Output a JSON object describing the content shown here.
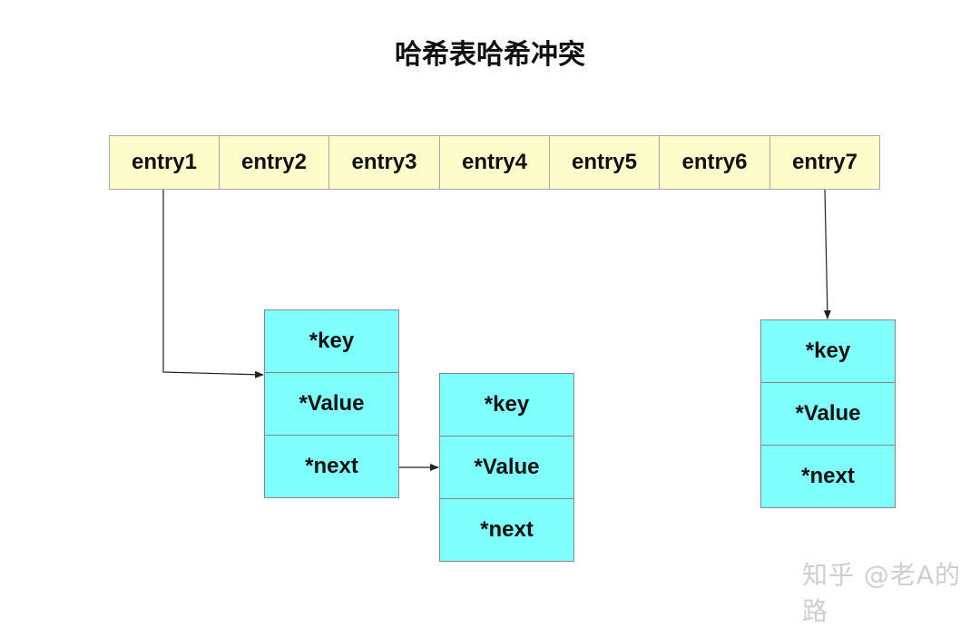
{
  "title": "哈希表哈希冲突",
  "entries": [
    "entry1",
    "entry2",
    "entry3",
    "entry4",
    "entry5",
    "entry6",
    "entry7"
  ],
  "nodes": {
    "chain1_node1": {
      "key": "*key",
      "value": "*Value",
      "next": "*next"
    },
    "chain1_node2": {
      "key": "*key",
      "value": "*Value",
      "next": "*next"
    },
    "chain7_node1": {
      "key": "*key",
      "value": "*Value",
      "next": "*next"
    }
  },
  "watermark": "知乎 @老A的路",
  "colors": {
    "entry_fill": "#fdfdcc",
    "node_fill": "#80ffff",
    "line": "#222222"
  }
}
